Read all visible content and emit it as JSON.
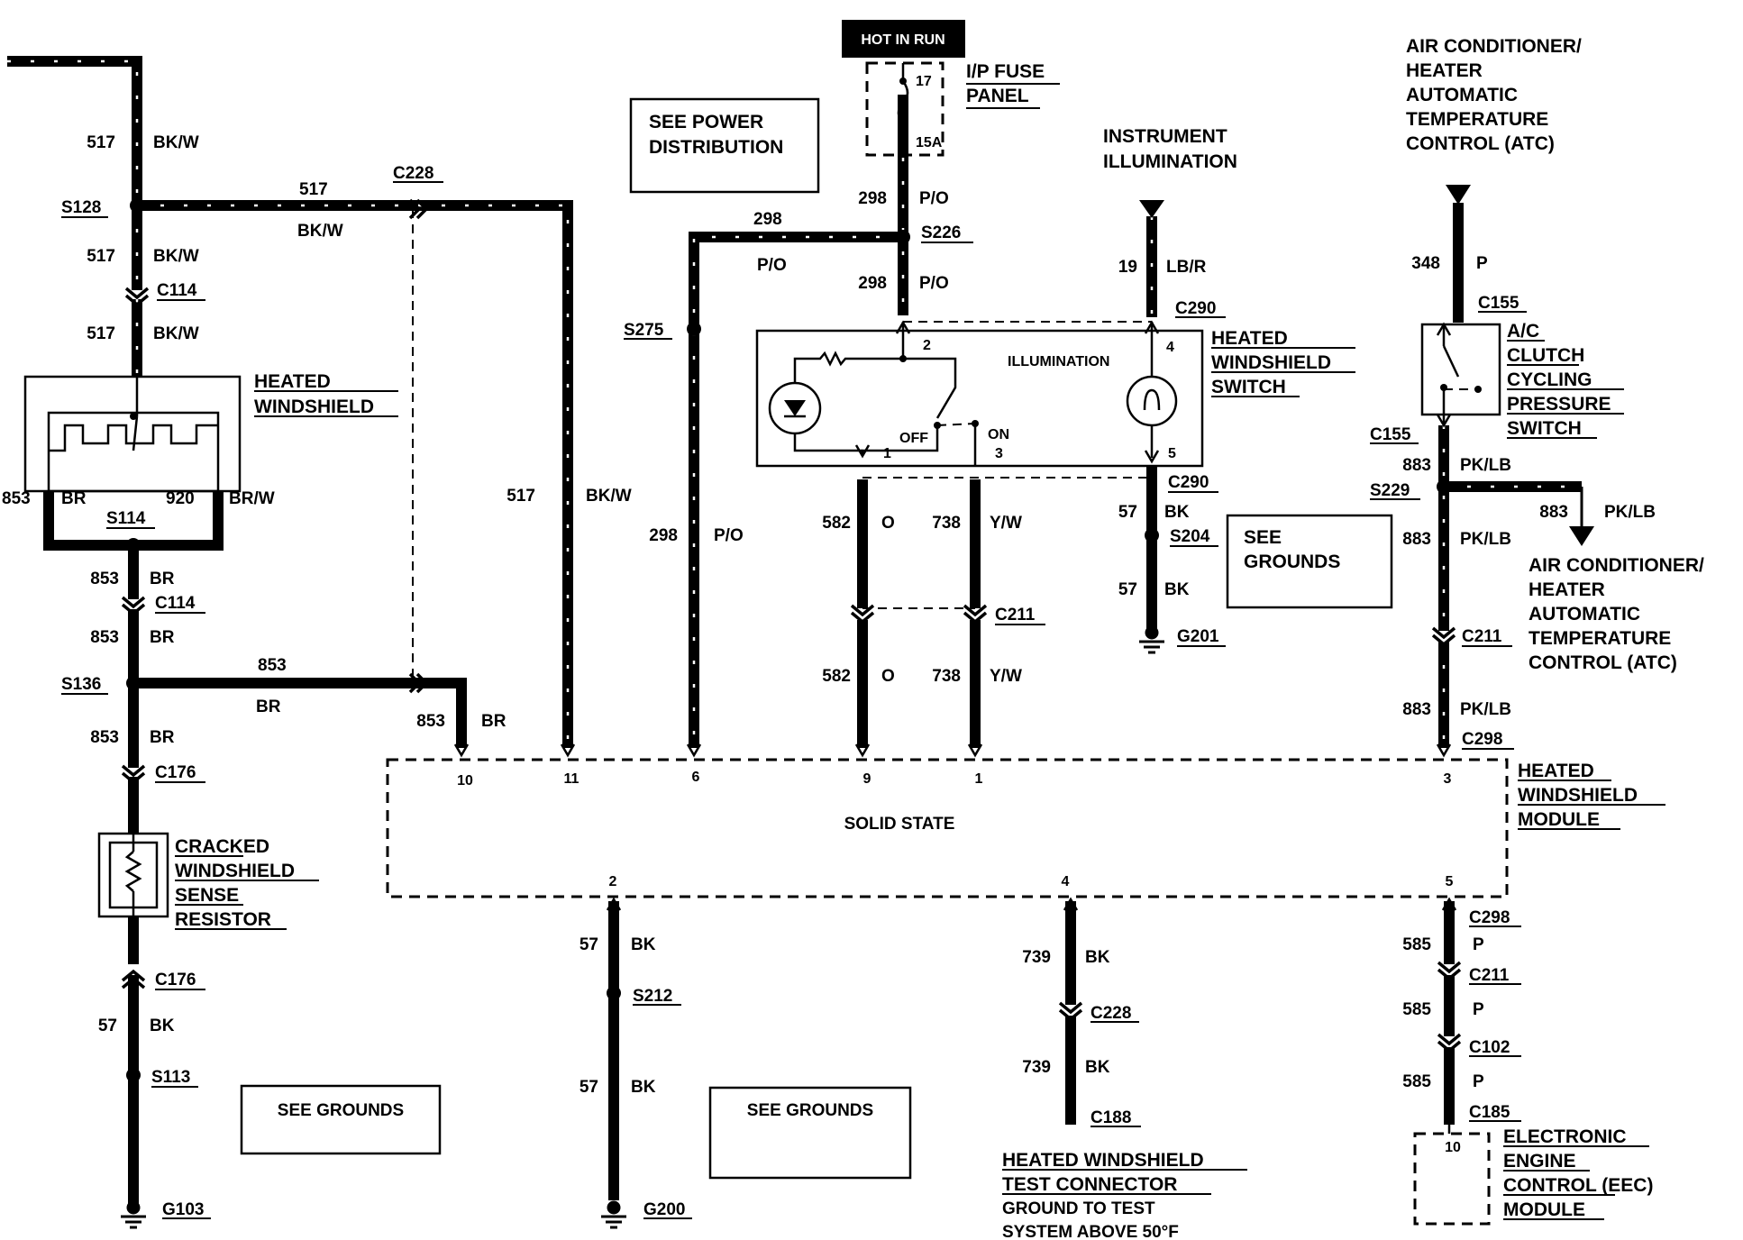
{
  "hot_in_run": "HOT IN RUN",
  "fuse_panel": [
    "I/P FUSE",
    "PANEL"
  ],
  "fuse_num": "17",
  "fuse_amp": "15A",
  "see_power": [
    "SEE POWER",
    "DISTRIBUTION"
  ],
  "instrument_illum": [
    "INSTRUMENT",
    "ILLUMINATION"
  ],
  "atc_top": [
    "AIR CONDITIONER/",
    "HEATER",
    "AUTOMATIC",
    "TEMPERATURE",
    "CONTROL (ATC)"
  ],
  "atc_right": [
    "AIR CONDITIONER/",
    "HEATER",
    "AUTOMATIC",
    "TEMPERATURE",
    "CONTROL (ATC)"
  ],
  "heated_windshield": [
    "HEATED",
    "WINDSHIELD"
  ],
  "hw_switch": [
    "HEATED",
    "WINDSHIELD",
    "SWITCH"
  ],
  "illumination": "ILLUMINATION",
  "off": "OFF",
  "on": "ON",
  "ac_switch": [
    "A/C",
    "CLUTCH",
    "CYCLING",
    "PRESSURE",
    "SWITCH"
  ],
  "cracked": [
    "CRACKED",
    "WINDSHIELD",
    "SENSE",
    "RESISTOR"
  ],
  "solid_state": "SOLID STATE",
  "hw_module": [
    "HEATED",
    "WINDSHIELD",
    "MODULE"
  ],
  "see_grounds": "SEE GROUNDS",
  "see_grounds_2": [
    "SEE",
    "GROUNDS"
  ],
  "test_connector": [
    "HEATED WINDSHIELD",
    "TEST CONNECTOR"
  ],
  "test_note": [
    "GROUND TO TEST",
    "SYSTEM ABOVE 50°F"
  ],
  "eec": [
    "ELECTRONIC",
    "ENGINE",
    "CONTROL (EEC)",
    "MODULE"
  ],
  "eec_pin": "10",
  "wires": {
    "n517": "517",
    "bkw": "BK/W",
    "n853": "853",
    "br": "BR",
    "n920": "920",
    "brw": "BR/W",
    "n57": "57",
    "bk": "BK",
    "n298": "298",
    "po": "P/O",
    "n19": "19",
    "lbr": "LB/R",
    "n348": "348",
    "p": "P",
    "n582": "582",
    "o": "O",
    "n738": "738",
    "yw": "Y/W",
    "n883": "883",
    "pklb": "PK/LB",
    "n739": "739",
    "n585": "585"
  },
  "connectors": {
    "s128": "S128",
    "c114": "C114",
    "c228": "C228",
    "s114": "S114",
    "s136": "S136",
    "c176": "C176",
    "s113": "S113",
    "g103": "G103",
    "s226": "S226",
    "s275": "S275",
    "c290": "C290",
    "s204": "S204",
    "g201": "G201",
    "c211": "C211",
    "c155": "C155",
    "s229": "S229",
    "c298": "C298",
    "s212": "S212",
    "g200": "G200",
    "c188": "C188",
    "c102": "C102",
    "c185": "C185"
  },
  "pins": {
    "p10": "10",
    "p11": "11",
    "p6": "6",
    "p9": "9",
    "p1": "1",
    "p3": "3",
    "p2": "2",
    "p4": "4",
    "p5": "5"
  }
}
